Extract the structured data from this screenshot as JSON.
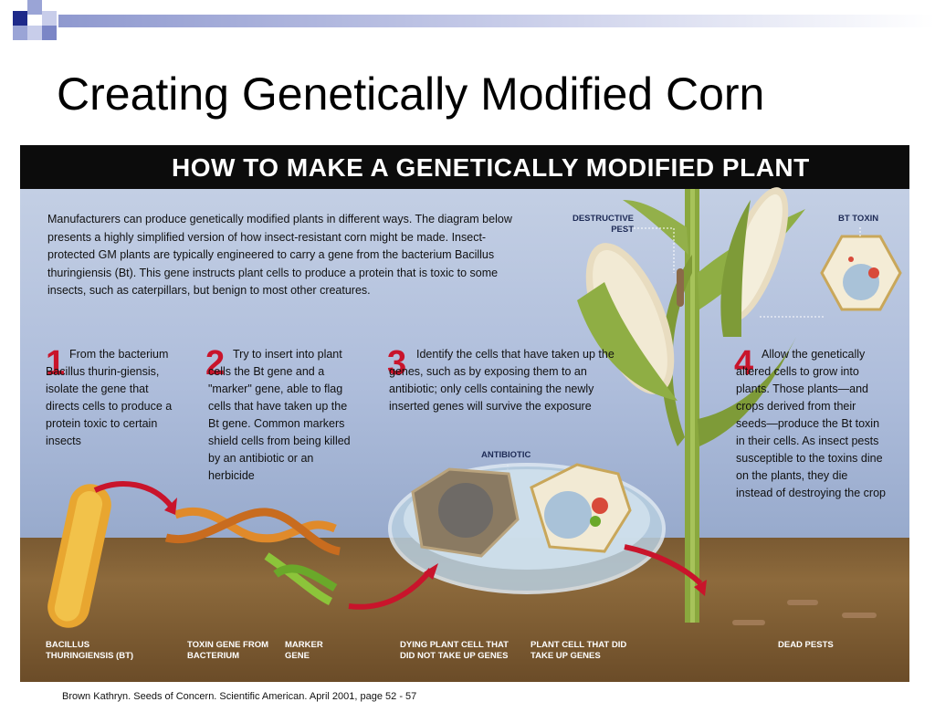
{
  "slide": {
    "title": "Creating Genetically Modified Corn",
    "citation": "Brown Kathryn. Seeds of Concern. Scientific American. April 2001, page 52 - 57"
  },
  "figure": {
    "banner": "HOW TO MAKE A GENETICALLY MODIFIED PLANT",
    "intro": "Manufacturers can produce genetically modified plants in different ways. The diagram below presents a highly simplified version of how insect-resistant corn might be made. Insect-protected GM plants are typically engineered to carry a gene from the bacterium Bacillus thuringiensis (Bt). This gene instructs plant cells to produce a protein that is toxic to some insects, such as caterpillars, but benign to most other creatures.",
    "steps": [
      {
        "num": "1",
        "text": "From the bacterium Bacillus thurin-giensis, isolate the gene that directs cells to produce a protein toxic to certain insects"
      },
      {
        "num": "2",
        "text": "Try to insert into plant cells the Bt gene and a \"marker\" gene, able to flag cells that have taken up the Bt gene. Common markers shield cells from being killed by an antibiotic or an herbicide"
      },
      {
        "num": "3",
        "text": "Identify the cells that have taken up the genes, such as by exposing them to an antibiotic; only cells containing the newly inserted genes will survive the exposure"
      },
      {
        "num": "4",
        "text": "Allow the genetically altered cells to grow into plants. Those plants—and crops derived from their seeds—produce the Bt toxin in their cells. As insect pests susceptible to the toxins dine on the plants, they die instead of destroying the crop"
      }
    ],
    "labels": {
      "destructive_pest": "DESTRUCTIVE PEST",
      "bt_toxin": "BT TOXIN",
      "antibiotic": "ANTIBIOTIC",
      "bacillus": "BACILLUS THURINGIENSIS (BT)",
      "toxin_gene": "TOXIN GENE FROM BACTERIUM",
      "marker_gene": "MARKER GENE",
      "dying_cell": "DYING PLANT CELL THAT DID NOT TAKE UP GENES",
      "plant_cell": "PLANT CELL THAT DID TAKE UP GENES",
      "dead_pests": "DEAD PESTS"
    }
  },
  "colors": {
    "accent_red": "#c9142b",
    "deco_blue": "#1e2a8a",
    "banner_black": "#0c0c0c"
  }
}
